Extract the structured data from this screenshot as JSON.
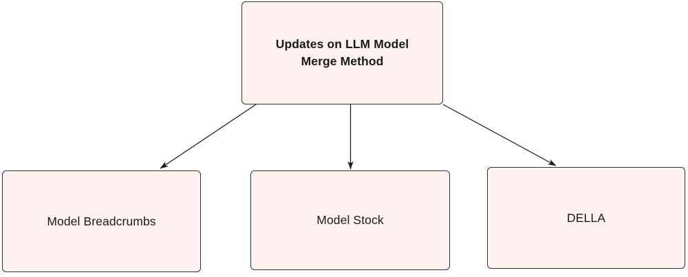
{
  "diagram": {
    "type": "tree-flowchart",
    "background_color": "#ffffff",
    "node_fill_color": "#fdf2f0",
    "node_border_color": "#333333",
    "text_color": "#1a1a1a",
    "edge_color": "#1a1a1a",
    "root": {
      "id": "root",
      "label": "Updates on LLM Model\nMerge Method"
    },
    "children": [
      {
        "id": "breadcrumbs",
        "label": "Model Breadcrumbs"
      },
      {
        "id": "stock",
        "label": "Model Stock"
      },
      {
        "id": "della",
        "label": "DELLA"
      }
    ],
    "edges": [
      {
        "id": "edge-root-breadcrumbs",
        "from": "root",
        "to": "breadcrumbs",
        "arrowhead": "arrow-marker"
      },
      {
        "id": "edge-root-stock",
        "from": "root",
        "to": "stock",
        "arrowhead": "arrow-marker"
      },
      {
        "id": "edge-root-della",
        "from": "root",
        "to": "della",
        "arrowhead": "arrow-marker"
      }
    ]
  }
}
